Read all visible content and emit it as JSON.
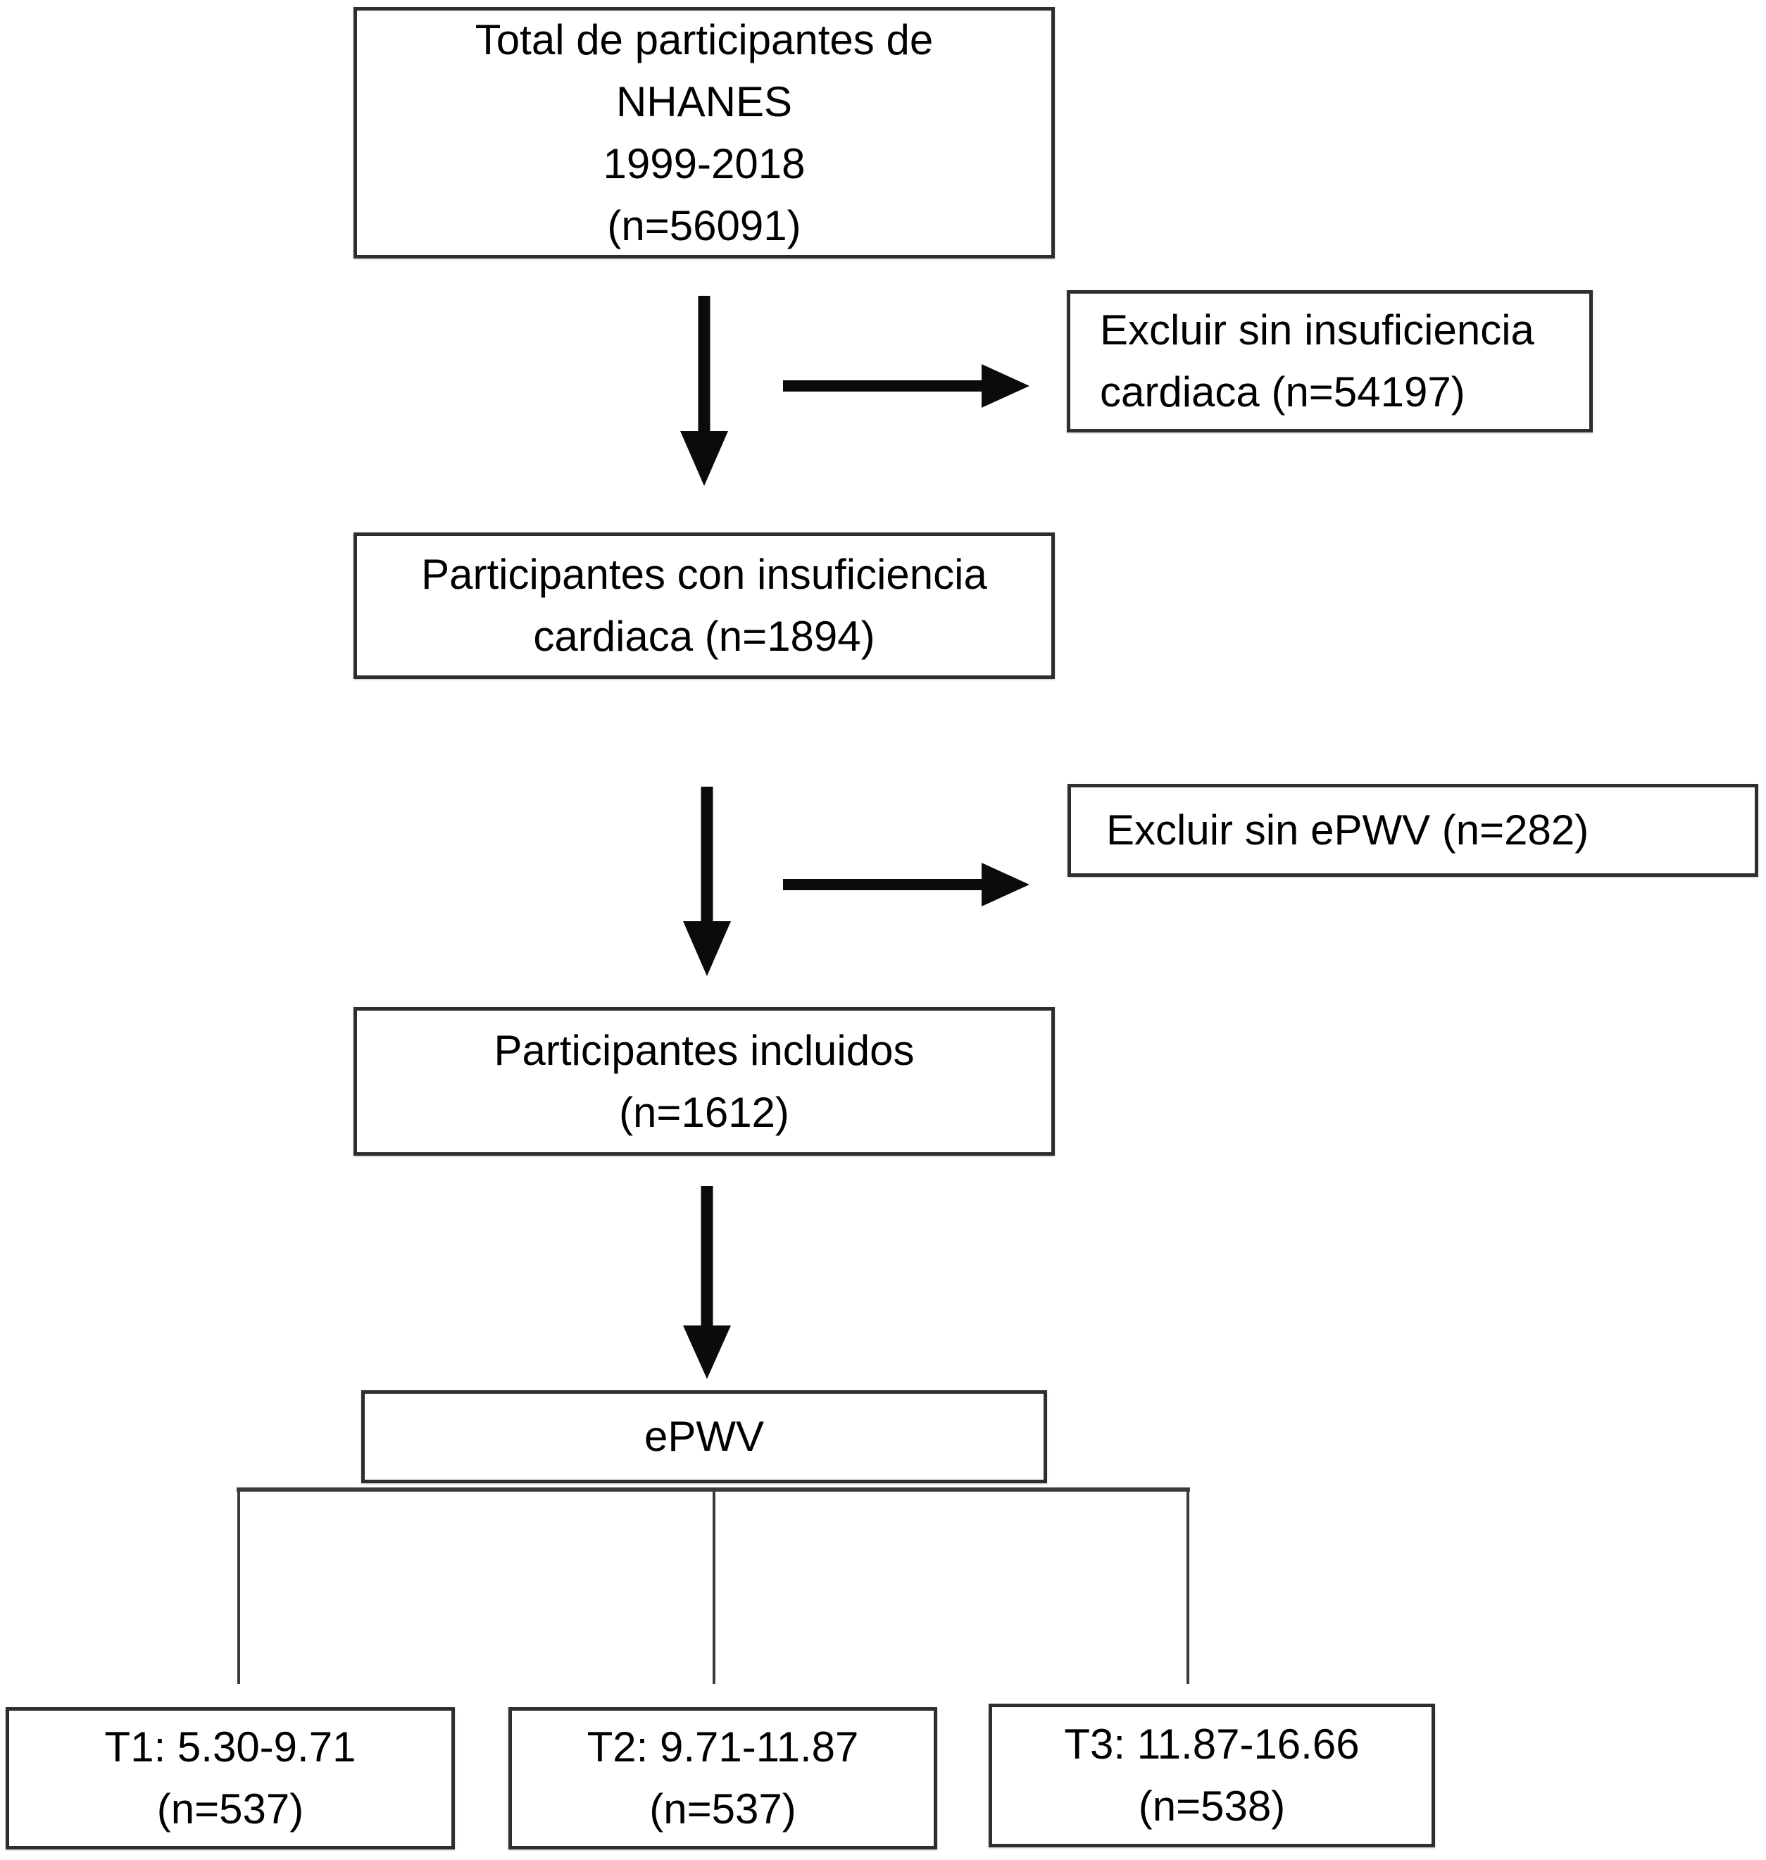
{
  "colors": {
    "background": "#ffffff",
    "text": "#000000",
    "border": "#2e2e2e",
    "connector": "#3a3a3a",
    "arrow": "#0b0b0b"
  },
  "boxes": {
    "total": {
      "lines": [
        "Total de participantes de",
        "NHANES",
        "1999-2018",
        "(n=56091)"
      ]
    },
    "exclude_hf": {
      "lines": [
        "Excluir sin insuficiencia",
        "cardiaca (n=54197)"
      ]
    },
    "hf": {
      "lines": [
        "Participantes con insuficiencia",
        "cardiaca (n=1894)"
      ]
    },
    "exclude_epwv": {
      "lines": [
        "Excluir sin ePWV (n=282)"
      ]
    },
    "included": {
      "lines": [
        "Participantes incluidos",
        "(n=1612)"
      ]
    },
    "epwv": {
      "lines": [
        "ePWV"
      ]
    },
    "t1": {
      "lines": [
        "T1: 5.30-9.71",
        "(n=537)"
      ]
    },
    "t2": {
      "lines": [
        "T2: 9.71-11.87",
        "(n=537)"
      ]
    },
    "t3": {
      "lines": [
        "T3: 11.87-16.66",
        "(n=538)"
      ]
    }
  }
}
